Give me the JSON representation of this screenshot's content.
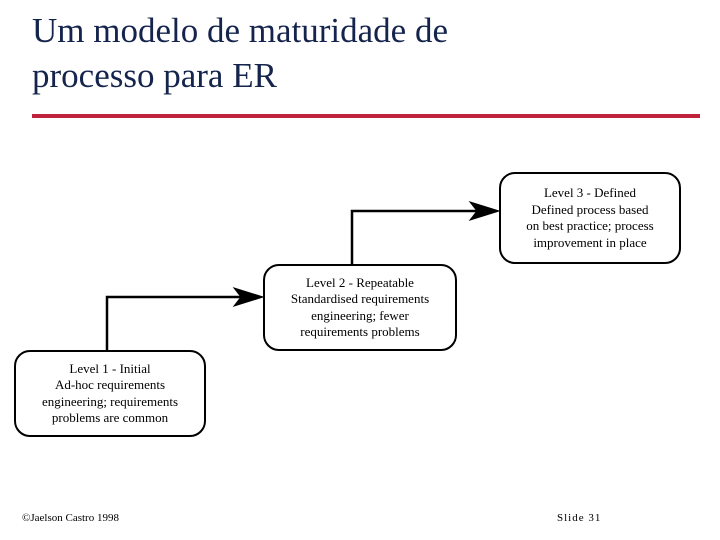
{
  "slide": {
    "title": "Um modelo de maturidade de\nprocesso para ER",
    "title_color": "#14244C",
    "rule_color": "#C0223B",
    "background": "#FFFFFF"
  },
  "diagram": {
    "type": "maturity-model-flow",
    "boxes": [
      {
        "id": "level1",
        "heading": "Level 1 - Initial",
        "body": "Ad-hoc requirements\nengineering; requirements\nproblems are common"
      },
      {
        "id": "level2",
        "heading": "Level 2 - Repeatable",
        "body": "Standardised requirements\nengineering; fewer\nrequirements problems"
      },
      {
        "id": "level3",
        "heading": "Level 3 - Defined",
        "body": "Defined process based\non best practice; process\nimprovement in place"
      }
    ],
    "connectors": [
      {
        "id": "level1-to-level2",
        "from": "level1",
        "to": "level2"
      },
      {
        "id": "level2-to-level3",
        "from": "level2",
        "to": "level3"
      }
    ]
  },
  "footer": {
    "credit": "©Jaelson Castro 1998",
    "slide_number": "Slide  31"
  }
}
